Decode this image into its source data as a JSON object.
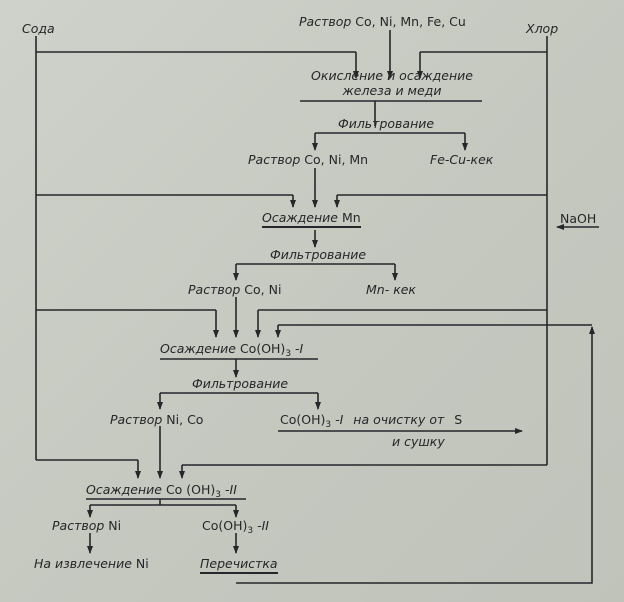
{
  "inputs": {
    "soda": "Сода",
    "chlorine": "Хлор",
    "feed_prefix": "Раствор",
    "feed_metals": "Co, Ni, Mn, Fe, Cu",
    "naoh": "NaOH"
  },
  "step1": {
    "line1": "Окисление и осаждение",
    "line2": "железа и меди",
    "filtration": "Фильтрование",
    "solution_prefix": "Раствор",
    "solution_metals": "Co, Ni, Mn",
    "cake": "Fe-Cu-кек"
  },
  "step2": {
    "title_prefix": "Осаждение",
    "title_metal": "Mn",
    "filtration": "Фильтрование",
    "solution_prefix": "Раствор",
    "solution_metals": "Co, Ni",
    "cake": "Mn- кек"
  },
  "step3": {
    "title_prefix": "Осаждение",
    "title_chem": "Co(OH)",
    "title_sub": "3",
    "title_suffix": "-I",
    "filtration": "Фильтрование",
    "solution_prefix": "Раствор",
    "solution_metals": "Ni, Co",
    "product_chem": "Co(OH)",
    "product_sub": "3",
    "product_suffix": "-I",
    "product_text": "на очистку от",
    "product_s": "S",
    "product_text2": "и сушку"
  },
  "step4": {
    "title_prefix": "Осаждение",
    "title_chem": "Co (OH)",
    "title_sub": "3",
    "title_suffix": "-II",
    "solution_prefix": "Раствор",
    "solution_metal": "Ni",
    "product_chem": "Co(OH)",
    "product_sub": "3",
    "product_suffix": "-II",
    "ni_recovery_prefix": "На извлечение",
    "ni_recovery_metal": "Ni",
    "repurification": "Перечистка"
  }
}
